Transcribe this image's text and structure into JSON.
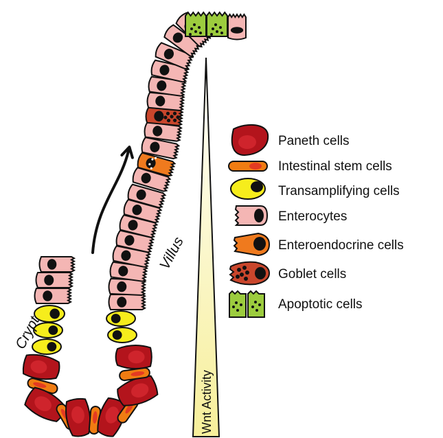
{
  "regions": {
    "crypt": "Crypt",
    "villus": "Villus"
  },
  "gradient": {
    "label": "Wnt Activity",
    "color_top": "#ffffff",
    "color_bottom": "#f7ef9a"
  },
  "legend": [
    {
      "id": "paneth",
      "label": "Paneth cells",
      "color": "#b3141c",
      "nucleus": "#e5323a"
    },
    {
      "id": "stem",
      "label": "Intestinal stem cells",
      "color": "#f07c12",
      "nucleus": "#e43b22"
    },
    {
      "id": "ta",
      "label": "Transamplifying cells",
      "color": "#f6ed1c",
      "nucleus": "#111111"
    },
    {
      "id": "enterocyte",
      "label": "Enterocytes",
      "color": "#f4b6b4",
      "nucleus": "#111111"
    },
    {
      "id": "enteroendocrine",
      "label": "Enteroendocrine cells",
      "color": "#ef7a1e",
      "nucleus": "#111111"
    },
    {
      "id": "goblet",
      "label": "Goblet cells",
      "color": "#c9462c",
      "nucleus": "#111111"
    },
    {
      "id": "apoptotic",
      "label": "Apoptotic cells",
      "color": "#9ccc3e",
      "nucleus": "#111111"
    }
  ]
}
